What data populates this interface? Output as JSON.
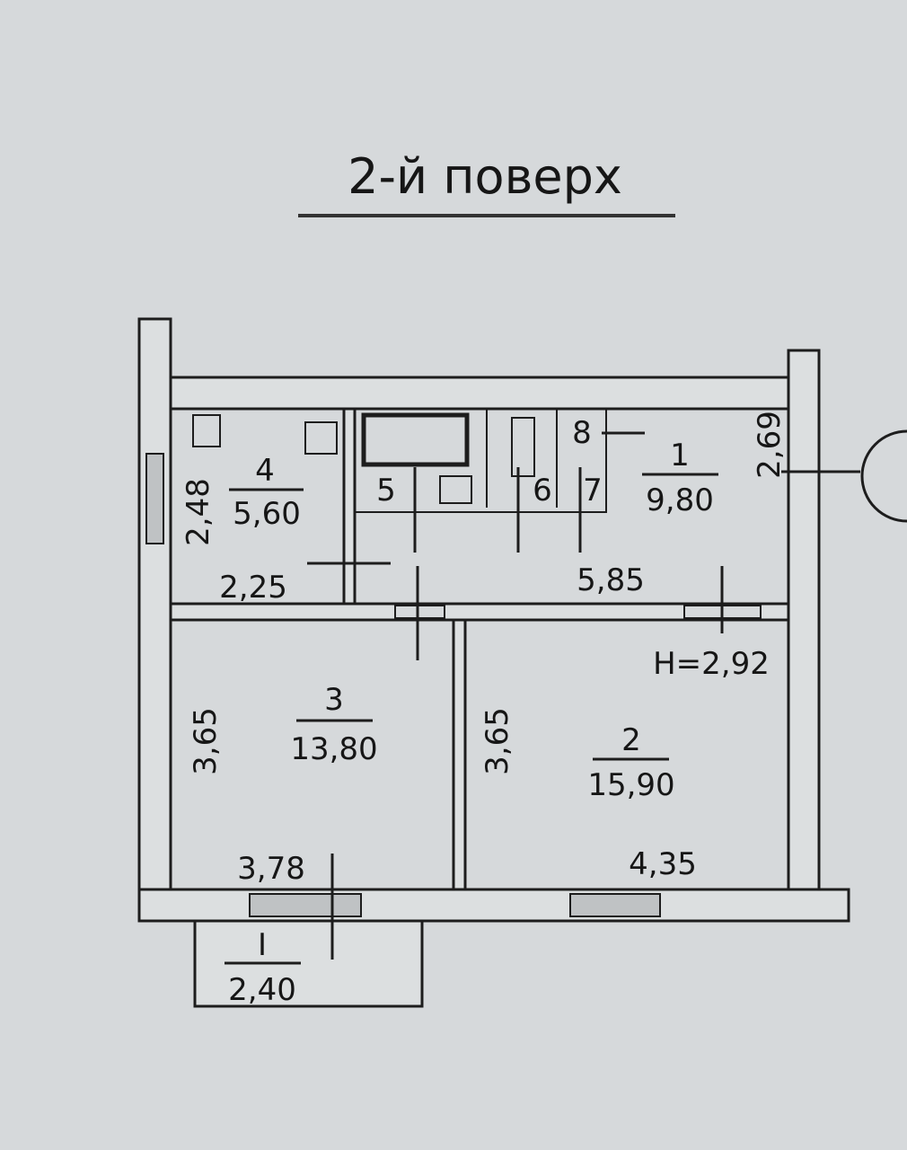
{
  "title": "2-й поверх",
  "rooms": [
    {
      "id": "1",
      "area": "9,80"
    },
    {
      "id": "2",
      "area": "15,90"
    },
    {
      "id": "3",
      "area": "13,80"
    },
    {
      "id": "4",
      "area": "5,60"
    },
    {
      "id": "5"
    },
    {
      "id": "6"
    },
    {
      "id": "7"
    },
    {
      "id": "8"
    },
    {
      "id": "I",
      "area": "2,40"
    }
  ],
  "dimensions": {
    "room4_height": "2,48",
    "room4_width": "2,25",
    "room1_width": "5,85",
    "room1_height": "2,69",
    "room3_height": "3,65",
    "room3_width": "3,78",
    "room2_height": "3,65",
    "room2_width": "4,35",
    "ceiling_height": "H=2,92"
  }
}
